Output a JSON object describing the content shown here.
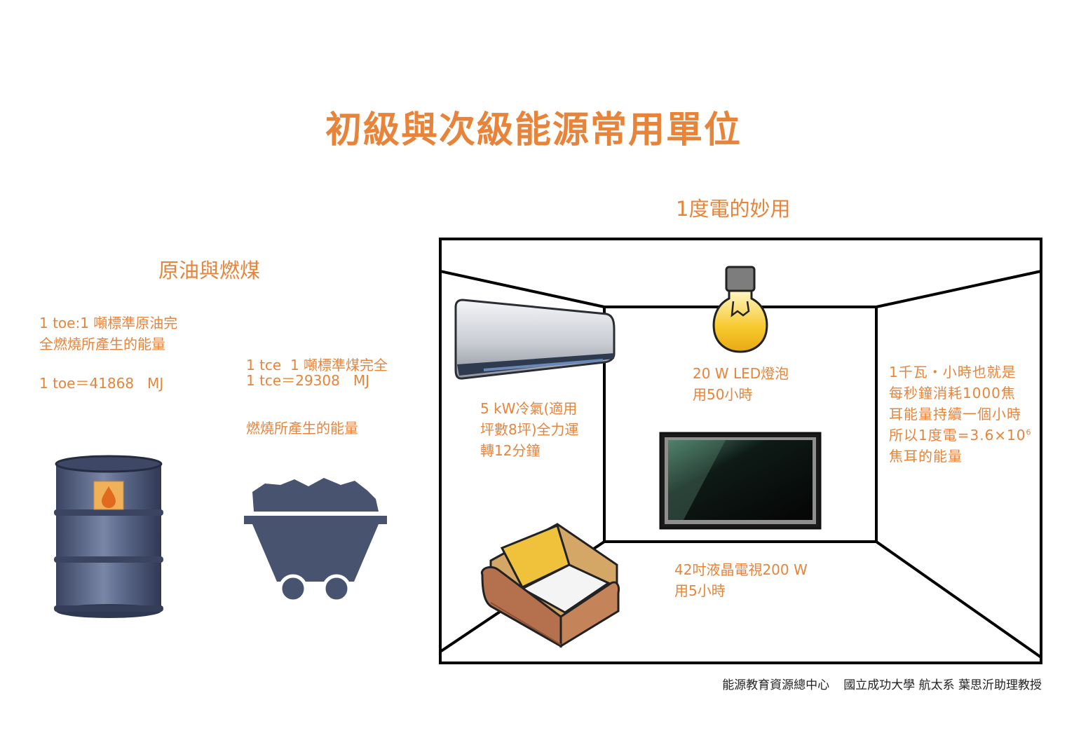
{
  "title": "初級與次級能源常用單位",
  "left_section": {
    "heading": "原油與燃煤",
    "toe": {
      "definition_line1": "1 toe:1 噸標準原油完",
      "definition_line2": "全燃燒所產生的能量",
      "value": "1 toe＝41868   MJ"
    },
    "tce": {
      "definition_line1": "1 tce  1 噸標準煤完全",
      "definition_line2": "燃燒所產生的能量",
      "value": "1 tce＝29308   MJ"
    },
    "icons": [
      "oil-barrel-icon",
      "coal-cart-icon"
    ]
  },
  "right_section": {
    "heading": "1度電的妙用",
    "ac_label": "5 kW冷氣(適用\n坪數8坪)全力運\n轉12分鐘",
    "bulb_label": "20 W LED燈泡\n用50小時",
    "tv_label": "42吋液晶電視200 W\n用5小時",
    "kwh_text_before": "1千瓦・小時也就是\n每秒鐘消耗1000焦\n耳能量持續一個小時\n所以1度電=3.6×10",
    "kwh_exponent": "6",
    "kwh_text_after": "\n焦耳的能量",
    "icons": [
      "air-conditioner-icon",
      "light-bulb-icon",
      "television-icon",
      "armchair-icon"
    ]
  },
  "credits": {
    "center": "能源教育資源總中心",
    "author": "國立成功大學 航太系 葉思沂助理教授"
  },
  "colors": {
    "accent": "#e8843a",
    "dark_blue": "#48536f",
    "bulb_yellow": "#f4c430",
    "sofa_brown": "#b5714d",
    "sofa_tan": "#d4a766"
  }
}
